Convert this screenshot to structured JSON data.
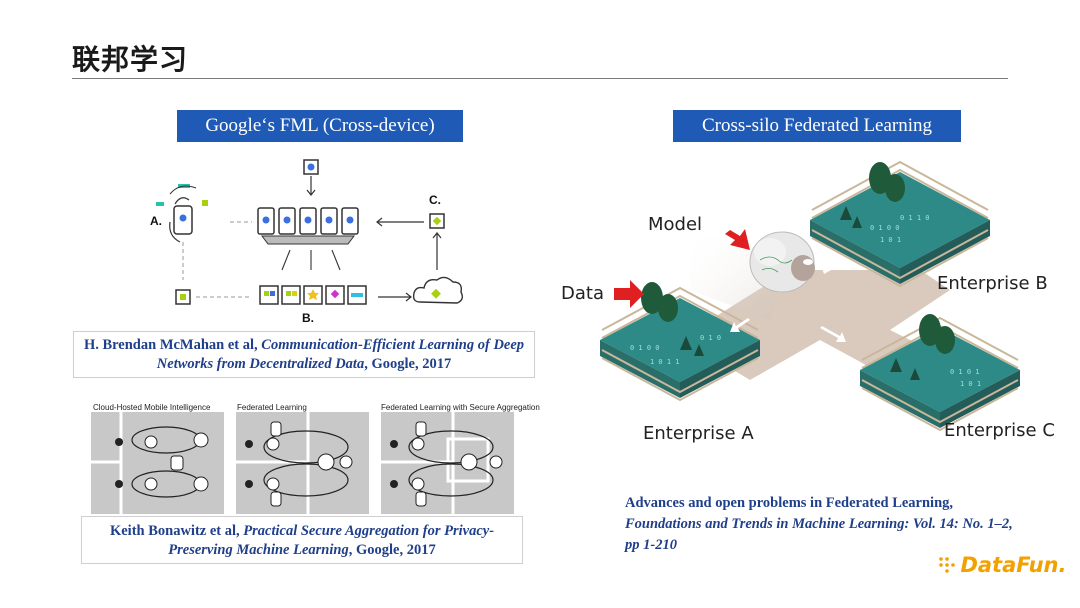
{
  "page": {
    "title": "联邦学习"
  },
  "left": {
    "label": "Google‘s FML (Cross-device)",
    "diagram_letters": {
      "a": "A.",
      "b": "B.",
      "c": "C."
    },
    "citation1": {
      "authors": "H. Brendan McMahan et al, ",
      "paper": "Communication-Efficient Learning of Deep Networks from Decentralized Data",
      "venue": ", Google, 2017"
    },
    "panels": [
      {
        "title": "Cloud-Hosted Mobile Intelligence"
      },
      {
        "title": "Federated Learning"
      },
      {
        "title": "Federated Learning with Secure Aggregation"
      }
    ],
    "citation2": {
      "authors": "Keith Bonawitz et al, ",
      "paper": "Practical Secure Aggregation for Privacy-Preserving Machine Learning",
      "venue": ", Google, 2017"
    }
  },
  "right": {
    "label": "Cross-silo Federated Learning",
    "model_label": "Model",
    "data_label": "Data",
    "enterprise_a": "Enterprise A",
    "enterprise_b": "Enterprise B",
    "enterprise_c": "Enterprise C",
    "citation": {
      "line1": "Advances and open problems in Federated Learning,",
      "line2": "Foundations and Trends in Machine Learning: Vol. 14: No. 1–2,",
      "line3": "pp 1-210"
    }
  },
  "logo": {
    "text": "DataFun."
  },
  "colors": {
    "accent": "#1f5bb6",
    "citation": "#1f3f8a",
    "logo": "#f2a100",
    "arrow": "#e02020"
  }
}
